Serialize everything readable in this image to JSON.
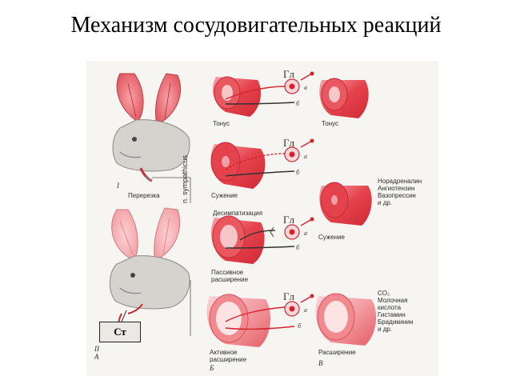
{
  "slide": {
    "title": "Механизм сосудовигательных реакций"
  },
  "labels": {
    "tonus_left": "Тонус",
    "tonus_right": "Тонус",
    "constriction_mid": "Сужение",
    "constriction_right": "Сужение",
    "desympathization": "Десимпатизация",
    "passive_dilation": "Пассивное\nрасширение",
    "active_dilation": "Активное\nрасширение",
    "dilation_right": "Расширение",
    "transection": "Перерезка",
    "n_sympathicus": "n. sympathicus",
    "st_box": "Ст",
    "gl_1": "Гл",
    "gl_2": "Гл",
    "gl_3": "Гл",
    "gl_4": "Гл",
    "a": "а",
    "b": "б",
    "roman_1": "I",
    "roman_2": "II",
    "letter_a": "A",
    "letter_b": "Б",
    "letter_v": "В",
    "vasoconstrictors": "Норадреналин\nАнгиотензин\nВазопрессин\nи др.",
    "vasodilators": "CO₂\nМолочная\nкислота\nГистамин\nБрадикинин\nи др."
  },
  "colors": {
    "vessel_red": "#e2404a",
    "vessel_light": "#f08a8f",
    "nerve_red": "#d4232c",
    "nerve_dark": "#333333",
    "fur_grey": "#c9c7c2"
  },
  "icons": {
    "rabbit_top": "rabbit-head-icon",
    "rabbit_bottom": "rabbit-head-icon",
    "ganglion": "ganglion-icon",
    "vessel": "blood-vessel-icon"
  }
}
